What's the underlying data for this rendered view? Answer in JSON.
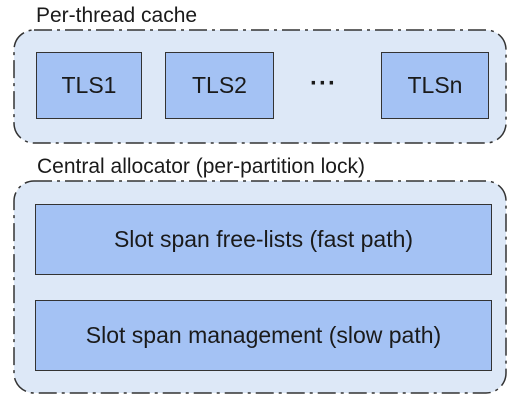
{
  "groups": {
    "per_thread": {
      "label": "Per-thread cache",
      "items": [
        "TLS1",
        "TLS2",
        "TLSn"
      ],
      "ellipsis": "···"
    },
    "central": {
      "label": "Central allocator (per-partition lock)",
      "items": [
        "Slot span free-lists (fast path)",
        "Slot span management (slow path)"
      ]
    }
  },
  "colors": {
    "group_fill": "#dde8f7",
    "box_fill": "#a4c2f4",
    "border": "#333333"
  }
}
